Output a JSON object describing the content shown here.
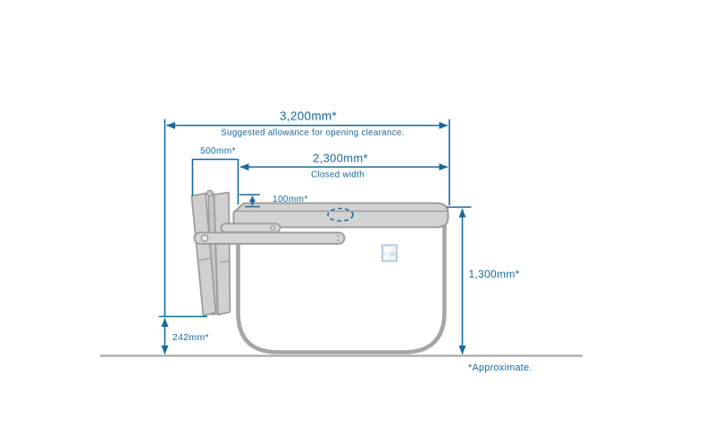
{
  "diagram": {
    "kind": "technical-dimension-drawing",
    "footnote": "*Approximate.",
    "colors": {
      "dimension_blue": "#16699f",
      "artwork_outline_gray": "#9d9d9d",
      "artwork_fill_gray": "#d3d3d3",
      "ground_gray": "#a8a8a8",
      "background": "#ffffff"
    },
    "dimensions": {
      "opening_clearance": {
        "label": "3,200mm*",
        "note": "Suggested allowance for opening clearance."
      },
      "folded_width": {
        "label": "500mm*"
      },
      "closed_width": {
        "label": "2,300mm*",
        "note": "Closed width"
      },
      "cover_rise_above_closed": {
        "label": "100mm*"
      },
      "overall_height": {
        "label": "1,300mm*"
      },
      "ground_clearance": {
        "label": "242mm*"
      }
    }
  }
}
